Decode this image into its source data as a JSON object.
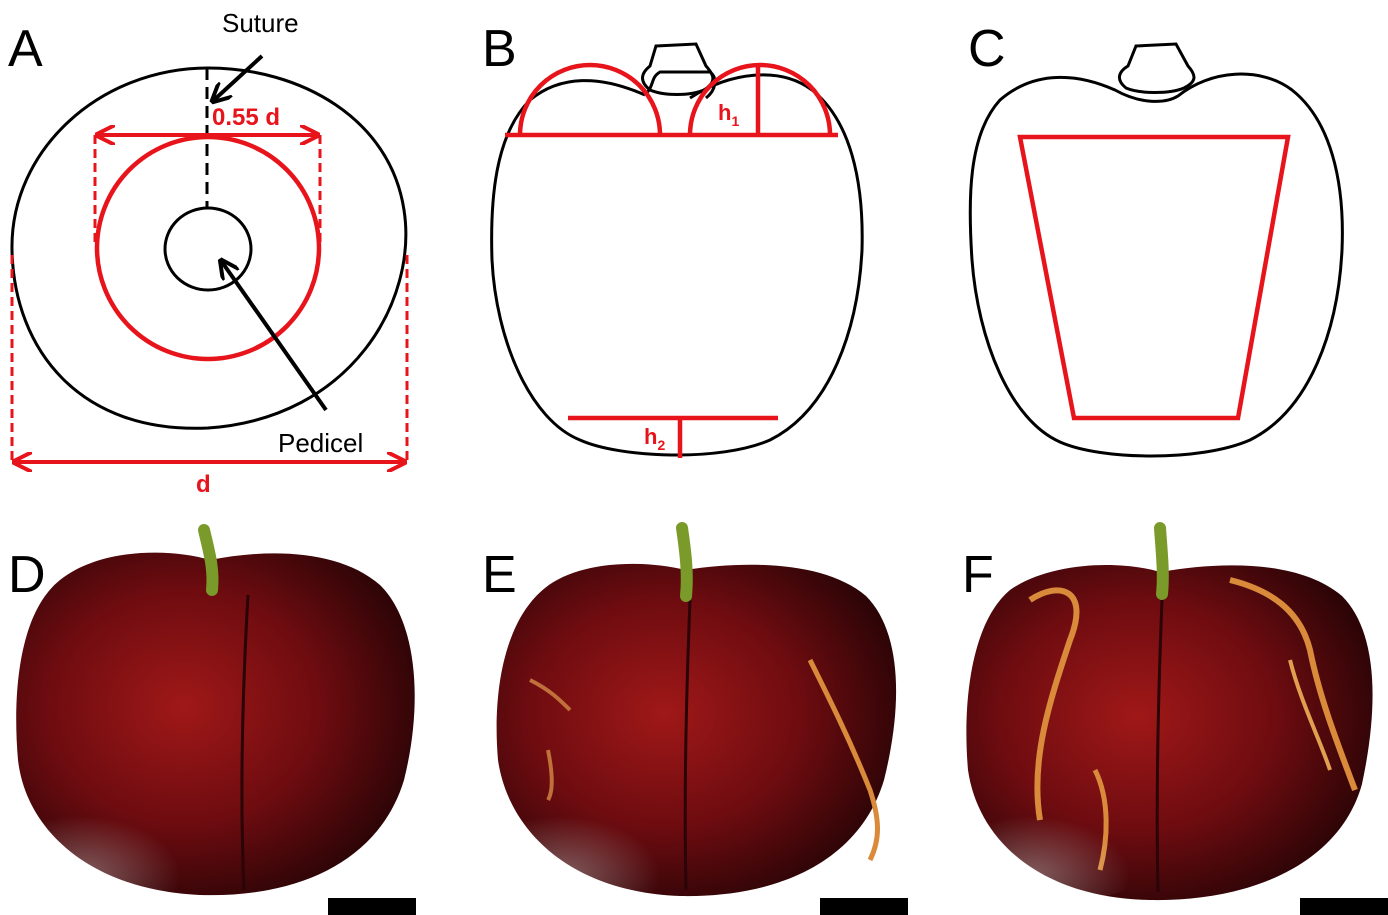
{
  "panels": {
    "a": {
      "letter": "A",
      "suture_label": "Suture",
      "pedicel_label": "Pedicel",
      "inner_dim_label": "0.55 d",
      "outer_dim_label": "d"
    },
    "b": {
      "letter": "B",
      "h1_label": "h",
      "h1_sub": "1",
      "h2_label": "h",
      "h2_sub": "2"
    },
    "c": {
      "letter": "C"
    },
    "d": {
      "letter": "D"
    },
    "e": {
      "letter": "E"
    },
    "f": {
      "letter": "F"
    }
  },
  "colors": {
    "outline": "#000000",
    "annotation": "#e8141b",
    "fruit_dark": "#3a0508",
    "fruit_mid": "#8a1414",
    "crack": "#d98a3a",
    "stem": "#7a9a2a"
  }
}
